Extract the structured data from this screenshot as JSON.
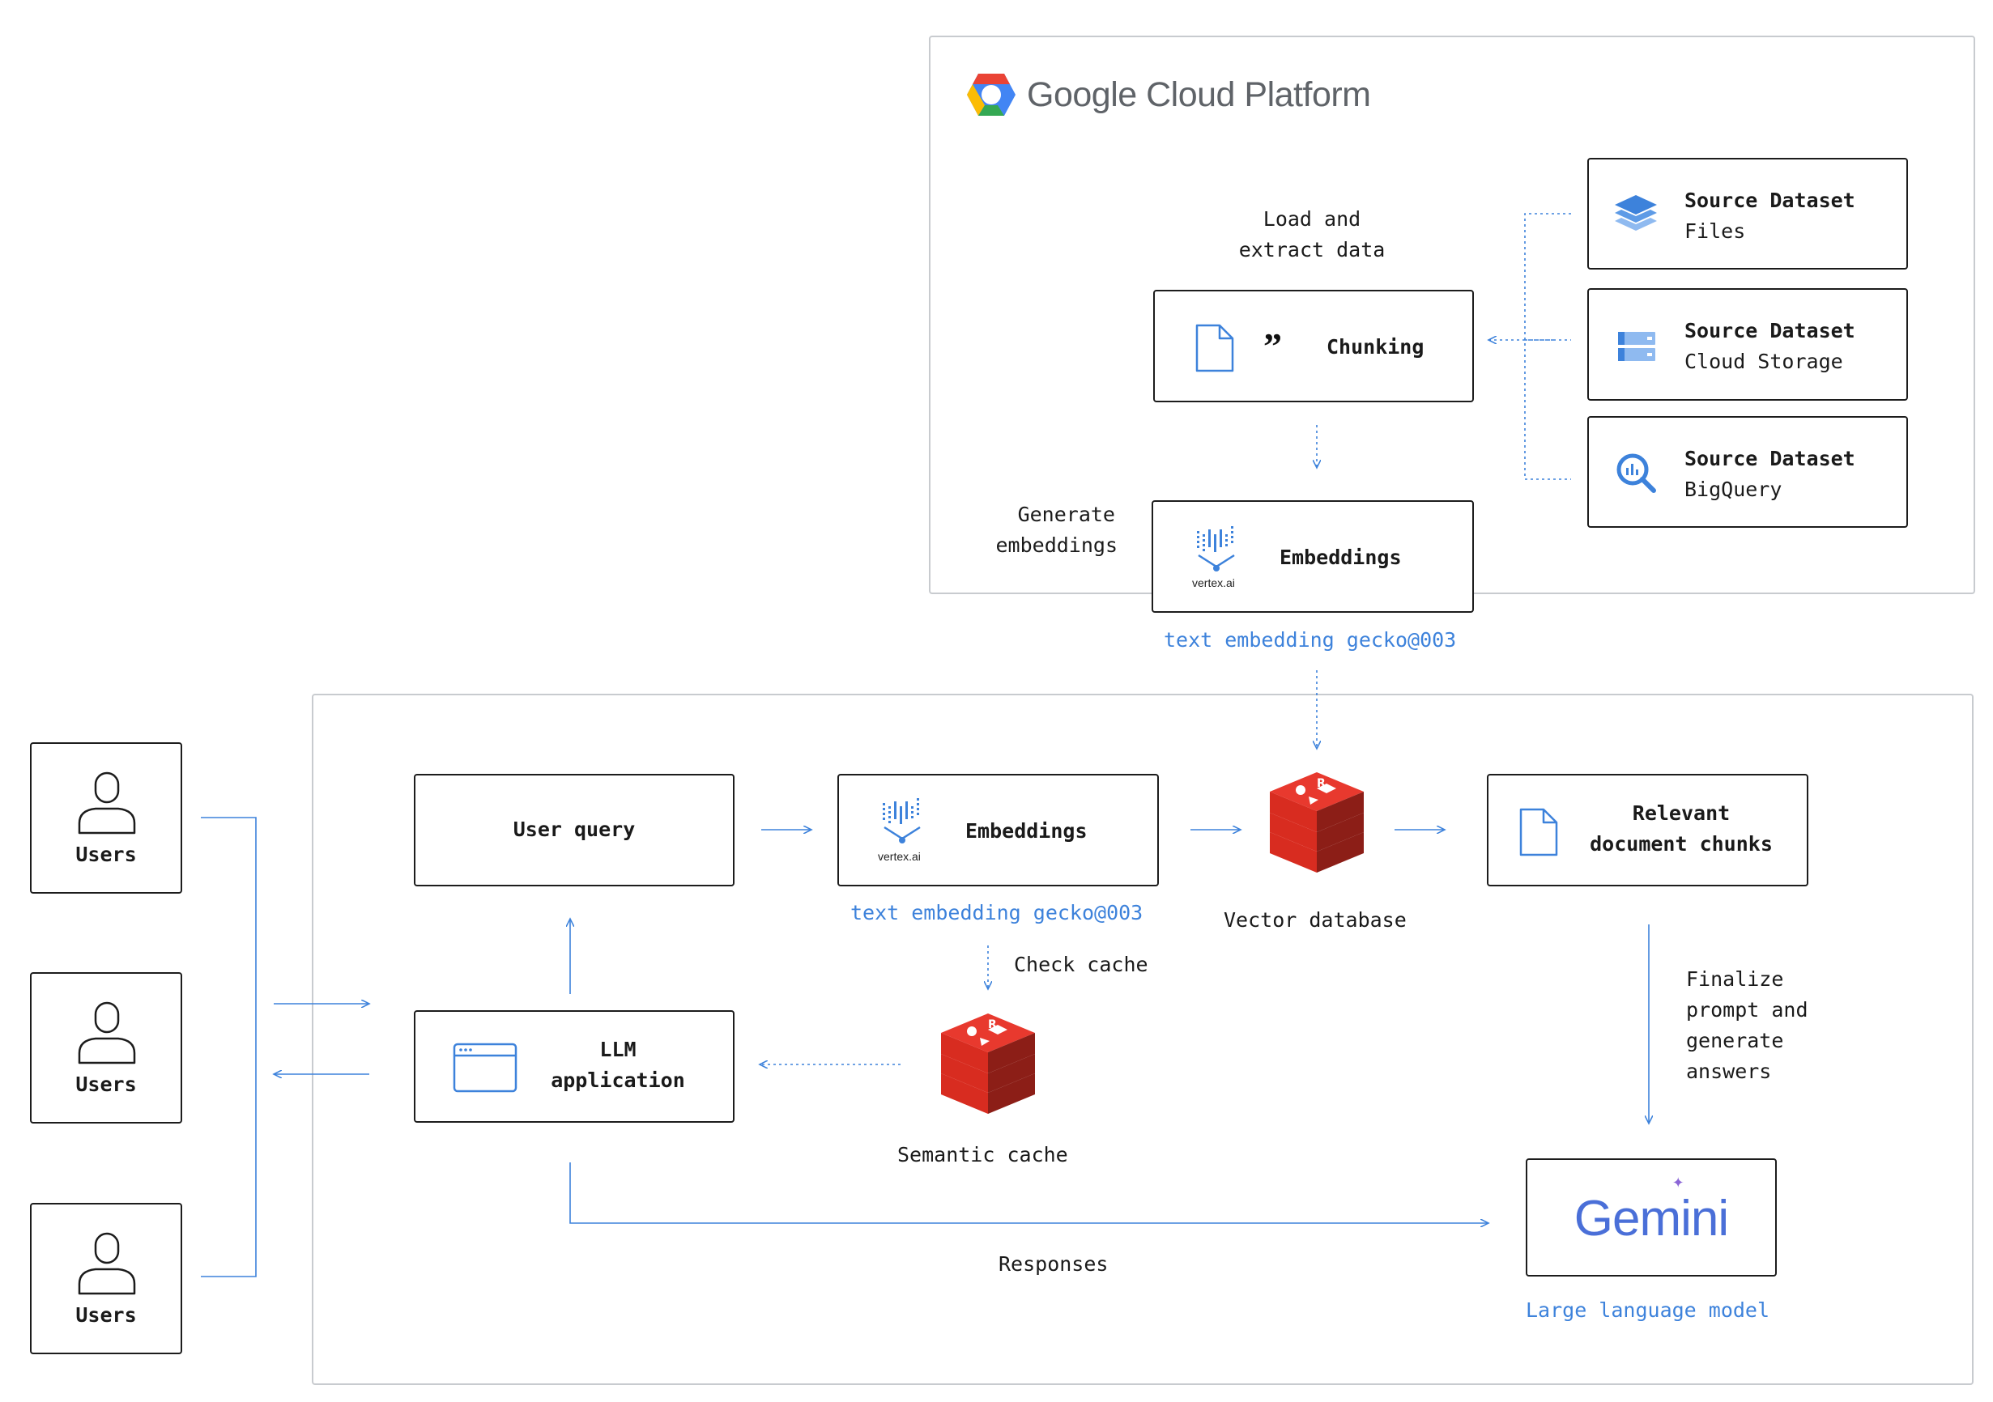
{
  "gcp": {
    "logo_text": "Google Cloud Platform"
  },
  "steps": {
    "load_extract": [
      "Load and",
      "extract data"
    ],
    "generate_embeddings": [
      "Generate",
      "embeddings"
    ],
    "check_cache": "Check cache",
    "finalize": [
      "Finalize",
      "prompt and",
      "generate",
      "answers"
    ],
    "responses": "Responses"
  },
  "sources": [
    {
      "title": "Source Dataset",
      "subtitle": "Files",
      "icon": "layers-icon"
    },
    {
      "title": "Source Dataset",
      "subtitle": "Cloud Storage",
      "icon": "storage-icon"
    },
    {
      "title": "Source Dataset",
      "subtitle": "BigQuery",
      "icon": "bigquery-icon"
    }
  ],
  "chunking": {
    "label": "Chunking"
  },
  "embeddings_top": {
    "label": "Embeddings",
    "logo": "vertex.ai",
    "model": "text embedding gecko@003"
  },
  "users": [
    "Users",
    "Users",
    "Users"
  ],
  "user_query": {
    "label": "User query"
  },
  "embeddings_bottom": {
    "label": "Embeddings",
    "logo": "vertex.ai",
    "model": "text embedding gecko@003"
  },
  "vector_db": {
    "label": "Vector database"
  },
  "relevant_chunks": {
    "label": [
      "Relevant",
      "document chunks"
    ]
  },
  "llm_app": {
    "label": [
      "LLM",
      "application"
    ]
  },
  "semantic_cache": {
    "label": "Semantic cache"
  },
  "gemini": {
    "logo": "Gemini",
    "caption": "Large language model"
  },
  "colors": {
    "accent": "#3d82db",
    "redis": "#d82c20",
    "frame": "#c8cbcf"
  }
}
